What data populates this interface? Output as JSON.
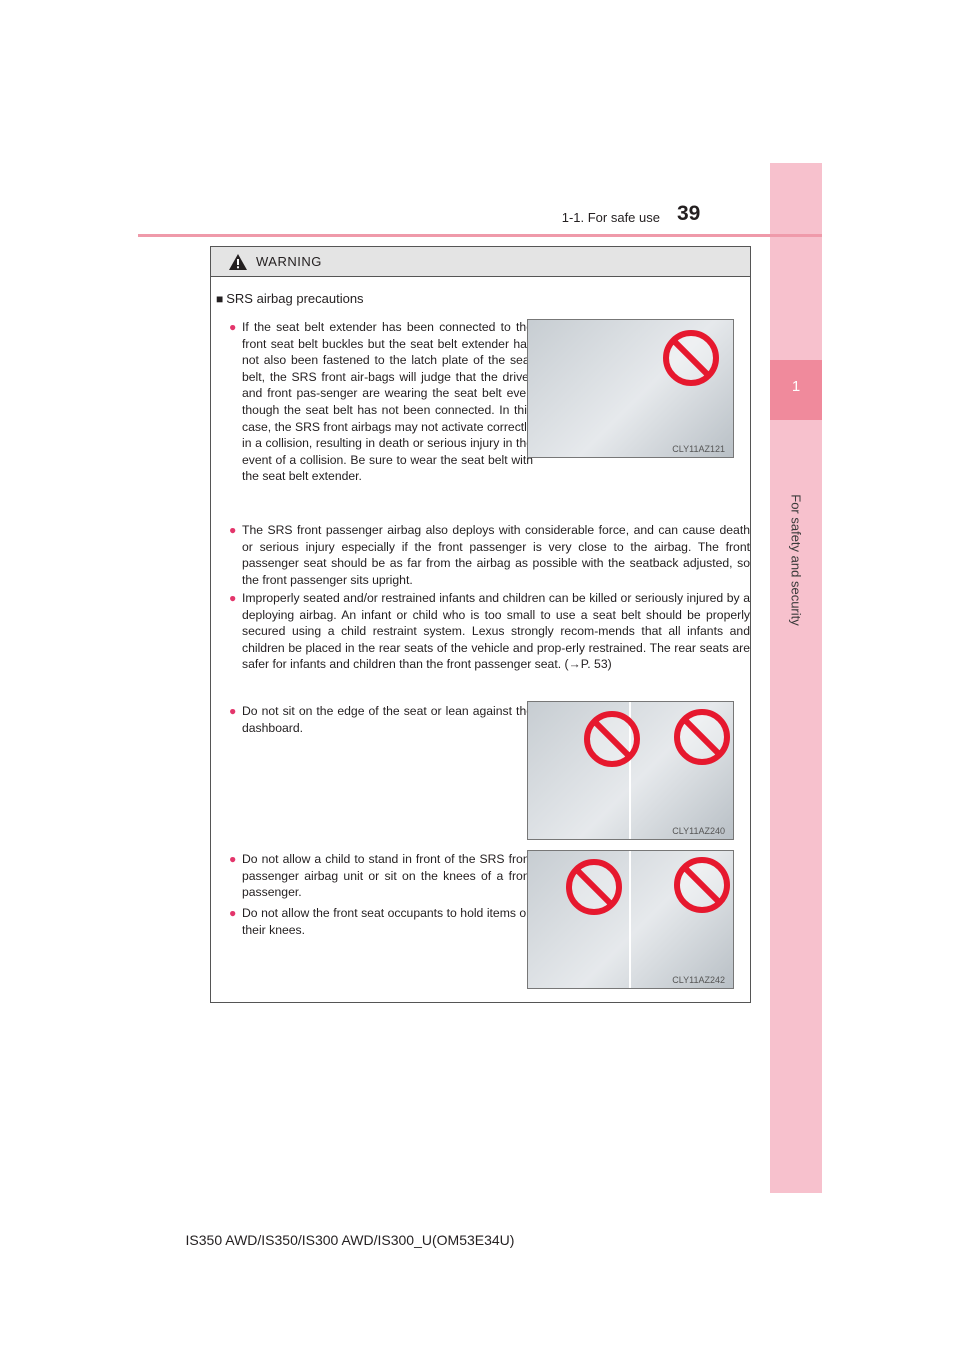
{
  "header": {
    "section": "1-1. For safe use",
    "page_number": "39"
  },
  "side_tab": {
    "number": "1",
    "label": "For safety and security"
  },
  "warning": {
    "title": "WARNING",
    "heading": "SRS airbag precautions",
    "bullets": [
      "If the seat belt extender has been connected to the front seat belt buckles but the seat belt extender has not also been fastened to the latch plate of the seat belt, the SRS front air-bags will judge that the driver and front pas-senger are wearing the seat belt even though the seat belt has not been connected. In this case, the SRS front airbags may not activate correctly in a collision, resulting in death or serious injury in the event of a collision. Be sure to wear the seat belt with the seat belt extender.",
      "The SRS front passenger airbag also deploys with considerable force, and can cause death or serious injury especially if the front passenger is very close to the airbag. The front passenger seat should be as far from the airbag as possible with the seatback adjusted, so the front passenger sits upright.",
      "Improperly seated and/or restrained infants and children can be killed or seriously injured by a deploying airbag. An infant or child who is too small to use a seat belt should be properly secured using a child restraint system. Lexus strongly recom-mends that all infants and children be placed in the rear seats of the vehicle and prop-erly restrained. The rear seats are safer for infants and children than the front passenger seat. (→P. 53)",
      "Do not sit on the edge of the seat or lean against the dashboard.",
      "Do not allow a child to stand in front of the SRS front passenger airbag unit or sit on the knees of a front passenger.",
      "Do not allow the front seat occupants to hold items on their knees."
    ],
    "figure_codes": [
      "CLY11AZ121",
      "CLY11AZ240",
      "CLY11AZ242"
    ]
  },
  "footer": "IS350 AWD/IS350/IS300 AWD/IS300_U(OM53E34U)"
}
